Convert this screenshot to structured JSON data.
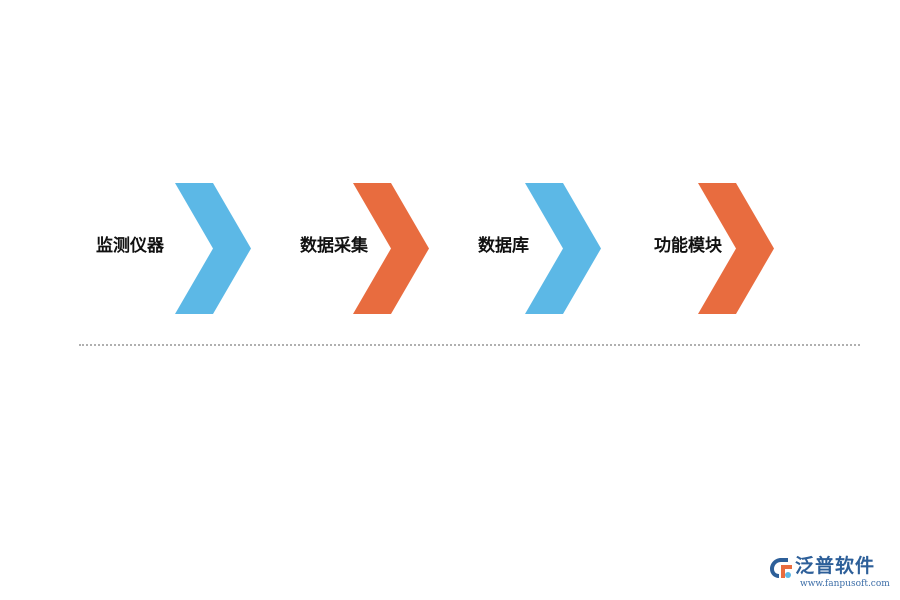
{
  "steps": [
    {
      "label": "监测仪器",
      "color": "#5cb8e6"
    },
    {
      "label": "数据采集",
      "color": "#e86c3f"
    },
    {
      "label": "数据库",
      "color": "#5cb8e6"
    },
    {
      "label": "功能模块",
      "color": "#e86c3f"
    }
  ],
  "logo": {
    "name": "泛普软件",
    "url": "www.fanpusoft.com",
    "icon": "fanpu-logo-icon",
    "color": "#2d5f99"
  },
  "colors": {
    "blue": "#5cb8e6",
    "orange": "#e86c3f",
    "divider": "#b0b0b0"
  }
}
